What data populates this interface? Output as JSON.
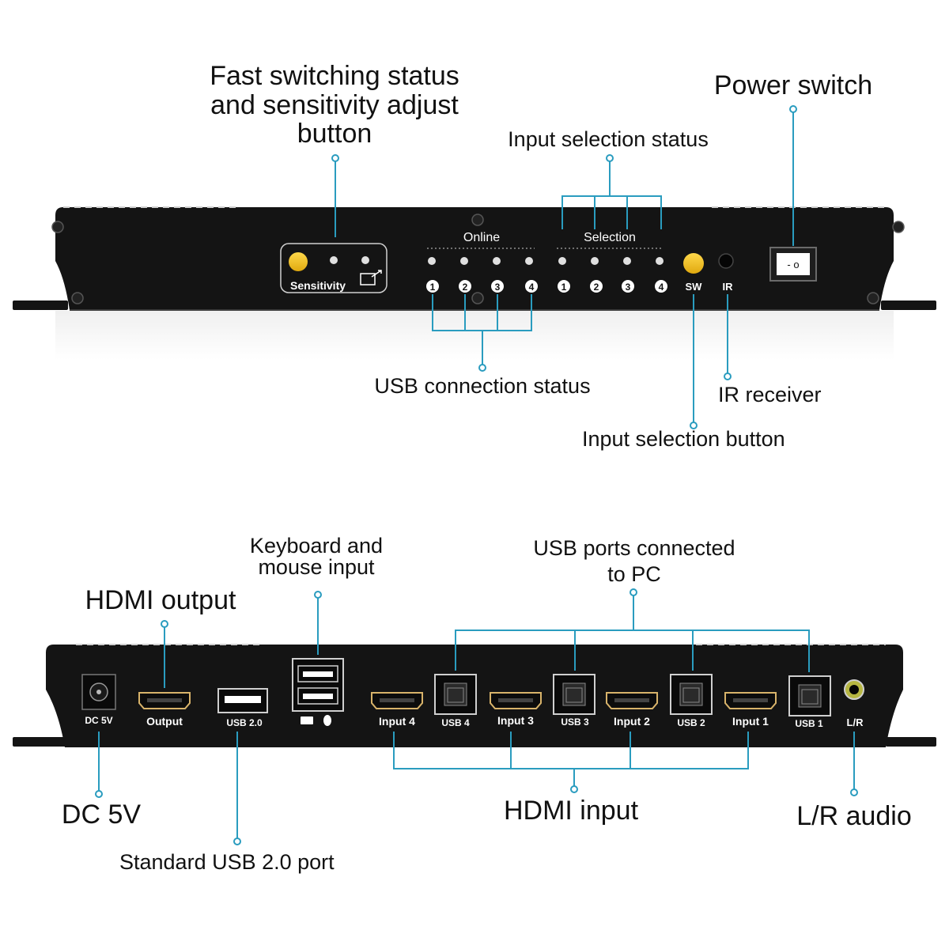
{
  "callouts": {
    "fast_switching": [
      "Fast switching status",
      "and sensitivity adjust",
      "button"
    ],
    "power_switch": "Power switch",
    "input_selection_status": "Input selection status",
    "usb_connection_status": "USB connection status",
    "ir_receiver": "IR receiver",
    "input_selection_button": "Input selection button",
    "keyboard_mouse": [
      "Keyboard and",
      "mouse input"
    ],
    "usb_ports_pc": [
      "USB ports connected",
      "to PC"
    ],
    "hdmi_output": "HDMI output",
    "dc_5v": "DC 5V",
    "standard_usb": "Standard USB 2.0 port",
    "hdmi_input": "HDMI input",
    "lr_audio": "L/R audio"
  },
  "front_panel": {
    "sensitivity_label": "Sensitivity",
    "online_label": "Online",
    "selection_label": "Selection",
    "sw_label": "SW",
    "ir_label": "IR",
    "online_numbers": [
      "1",
      "2",
      "3",
      "4"
    ],
    "selection_numbers": [
      "1",
      "2",
      "3",
      "4"
    ],
    "power_switch_marks": "- o"
  },
  "rear_panel": {
    "dc_label": "DC 5V",
    "output_label": "Output",
    "usb20_label": "USB 2.0",
    "ports": [
      {
        "hdmi": "Input 4",
        "usb": "USB 4"
      },
      {
        "hdmi": "Input 3",
        "usb": "USB 3"
      },
      {
        "hdmi": "Input 2",
        "usb": "USB 2"
      },
      {
        "hdmi": "Input 1",
        "usb": "USB 1"
      }
    ],
    "audio_label": "L/R"
  },
  "colors": {
    "panel": "#141414",
    "leader": "#2a9cbf",
    "button_yellow": "#f2c21b",
    "label_text": "#ffffff",
    "callout_text": "#111111"
  }
}
